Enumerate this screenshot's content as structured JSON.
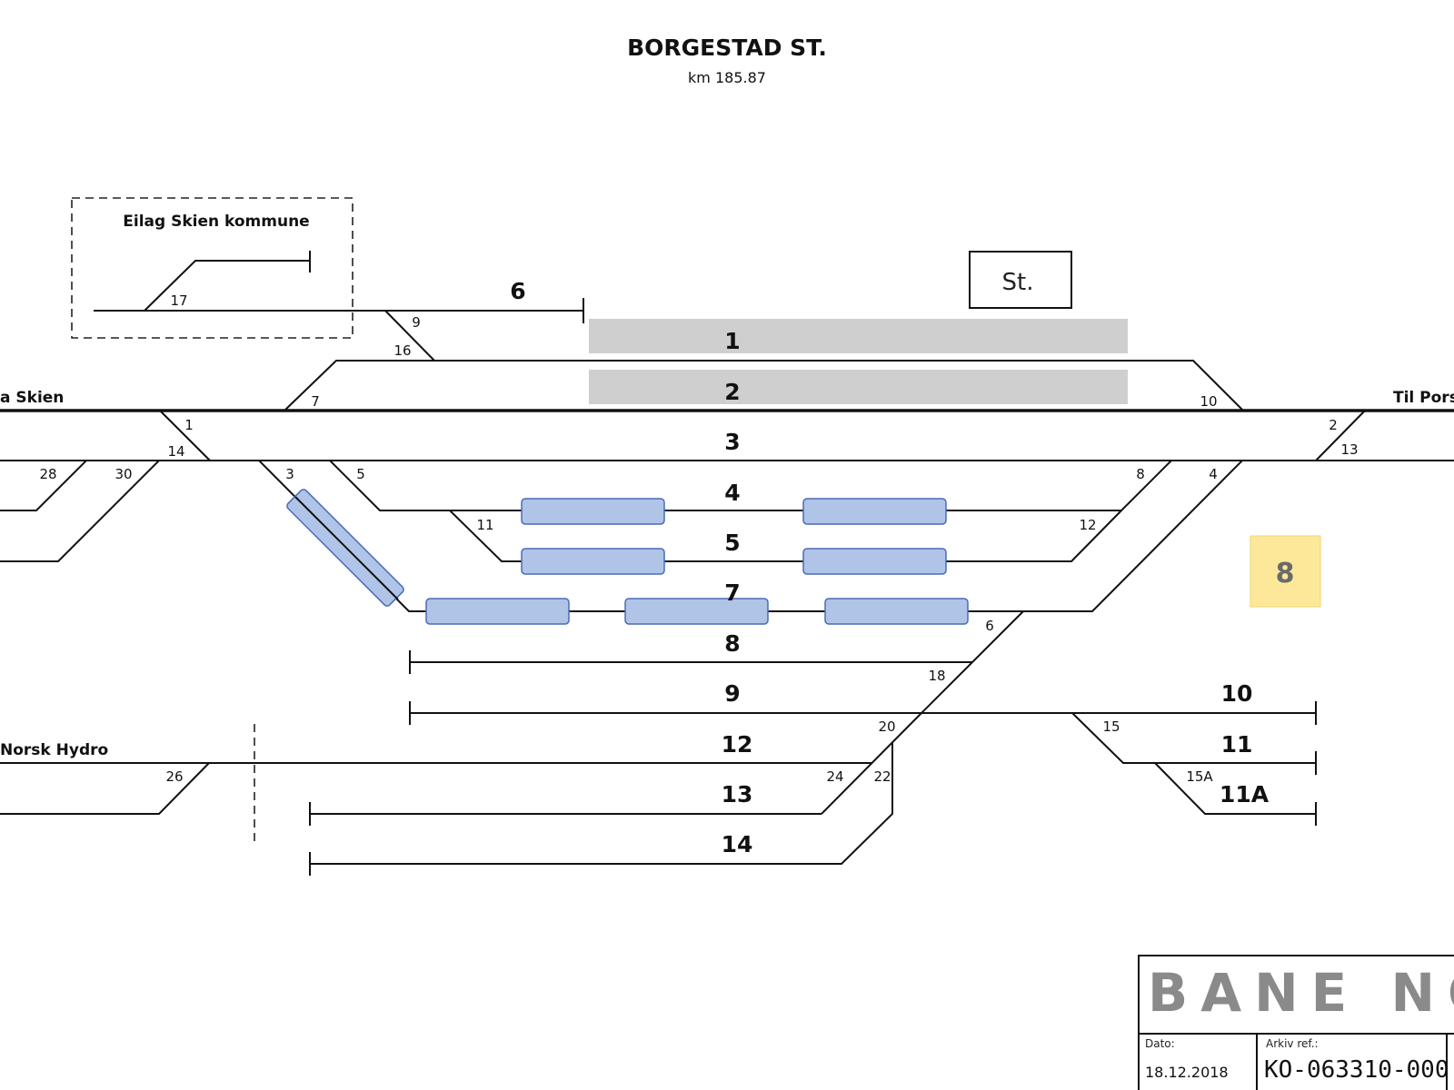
{
  "title": "BORGESTAD ST.",
  "subtitle": "km 185.87",
  "station_box_label": "St.",
  "siding_box_label": "Eilag Skien kommune",
  "direction_labels": {
    "west": "a Skien",
    "east": "Til Porsg",
    "industry": "Norsk Hydro"
  },
  "track_numbers": {
    "t6": "6",
    "t1": "1",
    "t2": "2",
    "t3": "3",
    "t4": "4",
    "t5": "5",
    "t7": "7",
    "t8": "8",
    "t9": "9",
    "t10": "10",
    "t11": "11",
    "t11a": "11A",
    "t12": "12",
    "t13": "13",
    "t14": "14"
  },
  "switch_numbers": {
    "s17": "17",
    "s9": "9",
    "s16": "16",
    "s7": "7",
    "s10": "10",
    "s1": "1",
    "s14": "14",
    "s2": "2",
    "s13": "13",
    "s28": "28",
    "s30": "30",
    "s3": "3",
    "s5": "5",
    "s8": "8",
    "s4": "4",
    "s11": "11",
    "s12": "12",
    "s6": "6",
    "s18": "18",
    "s20": "20",
    "s15": "15",
    "s24": "24",
    "s22": "22",
    "s15a": "15A",
    "s26": "26"
  },
  "highlight_badge": "8",
  "highlight_color": "#fde89a",
  "wagon_color": "#b0c4e8",
  "platform_color": "#cfcfcf",
  "logo_text": "BANE NOR",
  "title_block": {
    "date_label": "Dato:",
    "date_value": "18.12.2018",
    "archive_label": "Arkiv ref.:",
    "archive_value": "KO-063310-000"
  }
}
